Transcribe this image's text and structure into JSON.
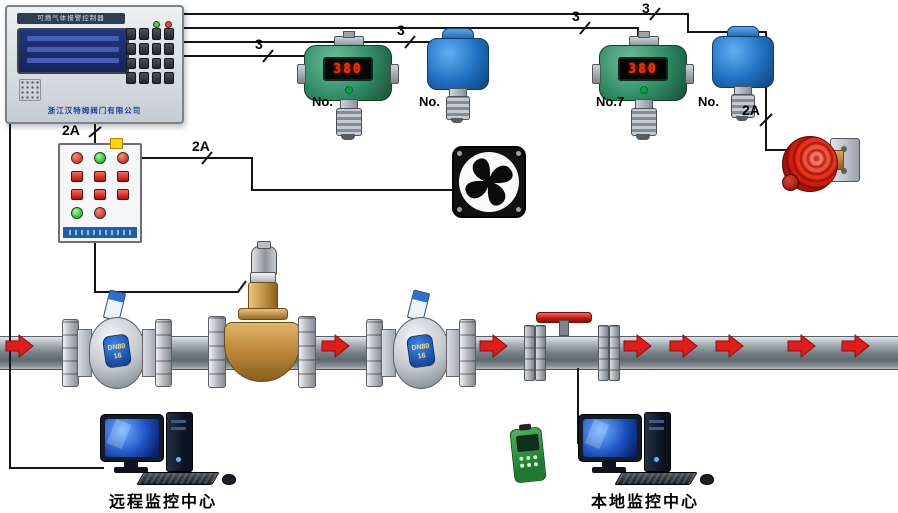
{
  "controller": {
    "title": "可燃气体报警控制器",
    "company": "浙江汉特姆阀门有限公司"
  },
  "detectors": [
    {
      "label": "No.",
      "reading": "380"
    },
    {
      "label": "No."
    },
    {
      "label": "No.7",
      "reading": "380"
    },
    {
      "label": "No."
    }
  ],
  "wire_labels": [
    "3",
    "3",
    "3",
    "3",
    "2A",
    "2A",
    "2A"
  ],
  "valve_tag": {
    "line1": "DN80",
    "line2": "16"
  },
  "stations": [
    {
      "label": "远程监控中心"
    },
    {
      "label": "本地监控中心"
    }
  ],
  "colors": {
    "flow_arrow": "#e21b1b",
    "wire": "#151515",
    "detector_green": "#2f8a64",
    "detector_blue": "#1f6fc0"
  }
}
